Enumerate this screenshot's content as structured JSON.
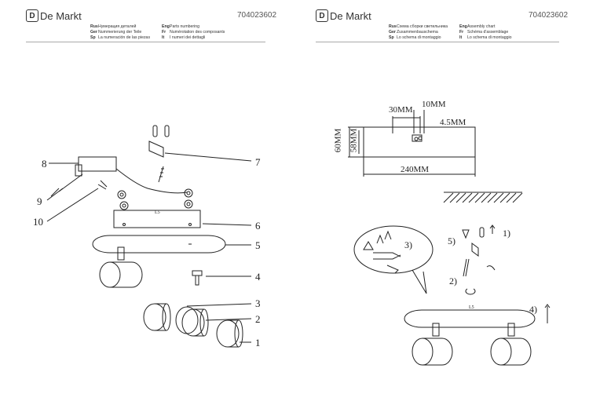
{
  "brand": {
    "name": "De Markt",
    "badge": "D"
  },
  "article_number": "704023602",
  "left_page": {
    "headers": [
      {
        "code": "Rus",
        "text": "Нумерация деталей"
      },
      {
        "code": "Ger",
        "text": "Nummerierung der Teile"
      },
      {
        "code": "Sp",
        "text": "La numeración de las piezas"
      },
      {
        "code": "Eng",
        "text": "Parts numbering"
      },
      {
        "code": "Fr",
        "text": "Numérotation des composants"
      },
      {
        "code": "It",
        "text": "I numeri dei dettagli"
      }
    ],
    "callouts": [
      "1",
      "2",
      "3",
      "4",
      "5",
      "6",
      "7",
      "8",
      "9",
      "10"
    ],
    "plate_text": "L5"
  },
  "right_page": {
    "headers": [
      {
        "code": "Rus",
        "text": "Схема сборки светильника"
      },
      {
        "code": "Ger",
        "text": "Zusammenbauschema"
      },
      {
        "code": "Sp",
        "text": "Lo schema di montaggio"
      },
      {
        "code": "Eng",
        "text": "Assembly chart"
      },
      {
        "code": "Fr",
        "text": "Schéma d'assemblage"
      },
      {
        "code": "It",
        "text": "Lo schema di montaggio"
      }
    ],
    "dimensions": {
      "d30": "30MM",
      "d10": "10MM",
      "d45": "4.5MM",
      "d60": "60MM",
      "d58": "58MM",
      "d240": "240MM"
    },
    "steps": {
      "s1": "1)",
      "s2": "2)",
      "s3": "3)",
      "s4": "4)",
      "s5": "5)"
    },
    "plate_text": "L5"
  }
}
